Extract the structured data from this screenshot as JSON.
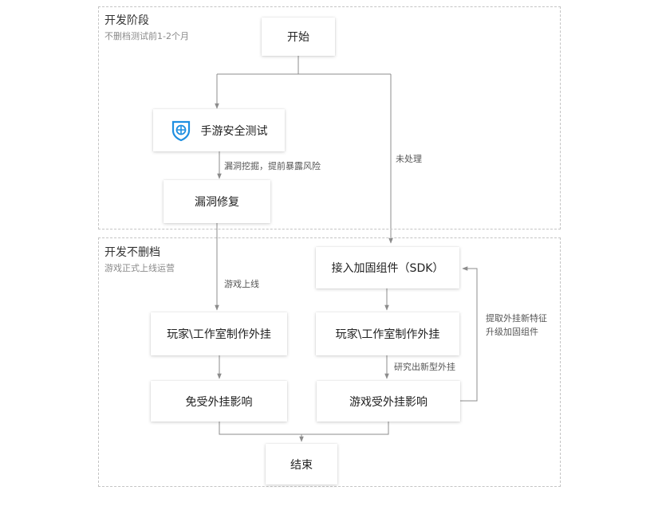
{
  "phases": {
    "dev": {
      "title": "开发阶段",
      "subtitle": "不删档测试前1-2个月"
    },
    "prod": {
      "title": "开发不删档",
      "subtitle": "游戏正式上线运营"
    }
  },
  "nodes": {
    "start": "开始",
    "security_test": "手游安全测试",
    "vuln_fix": "漏洞修复",
    "sdk": "接入加固组件（SDK）",
    "cheat_left": "玩家\\工作室制作外挂",
    "cheat_right": "玩家\\工作室制作外挂",
    "immune": "免受外挂影响",
    "affected": "游戏受外挂影响",
    "end": "结束"
  },
  "edge_labels": {
    "mining": "漏洞挖掘，提前暴露风险",
    "unhandled": "未处理",
    "online": "游戏上线",
    "new_cheat": "研究出新型外挂",
    "feedback_line1": "提取外挂新特征",
    "feedback_line2": "升级加固组件"
  },
  "colors": {
    "line": "#8c8c8c",
    "shield": "#1e8fe1"
  },
  "icons": {
    "security": "shield-icon"
  }
}
